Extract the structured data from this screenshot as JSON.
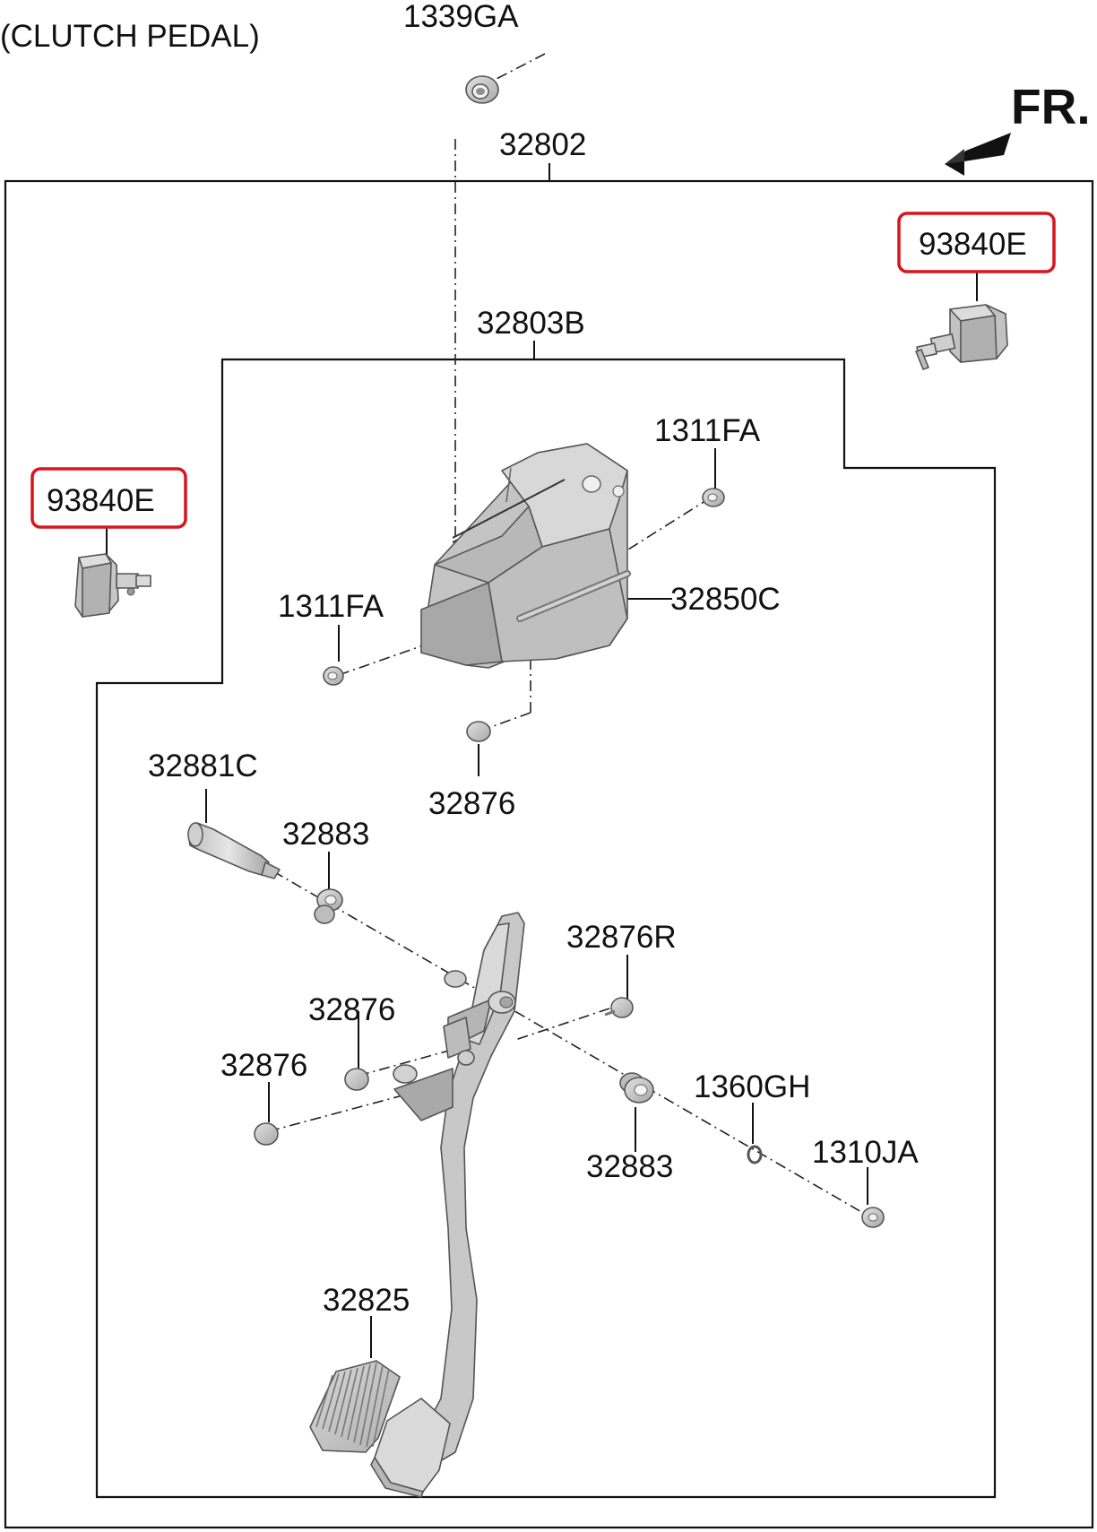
{
  "title": "(CLUTCH PEDAL)",
  "direction_label": "FR.",
  "colors": {
    "highlight": "#d8141e",
    "part_fill": "#c9c9c9",
    "part_shade": "#a9a9a9",
    "part_light": "#dedede",
    "line": "#111111"
  },
  "labels": {
    "nut_1339ga": "1339GA",
    "assembly_32802": "32802",
    "switch_93840e_right": "93840E",
    "switch_93840e_left": "93840E",
    "bracket_32803b": "32803B",
    "bolt_1311fa_right": "1311FA",
    "bolt_1311fa_left": "1311FA",
    "bracket_32850c": "32850C",
    "stopper_32876_top": "32876",
    "shaft_32881c": "32881C",
    "bushing_32883_top": "32883",
    "stopper_32876r": "32876R",
    "stopper_32876_mid": "32876",
    "stopper_32876_low": "32876",
    "washer_1360gh": "1360GH",
    "bushing_32883_bottom": "32883",
    "nut_1310ja": "1310JA",
    "pad_32825": "32825"
  }
}
